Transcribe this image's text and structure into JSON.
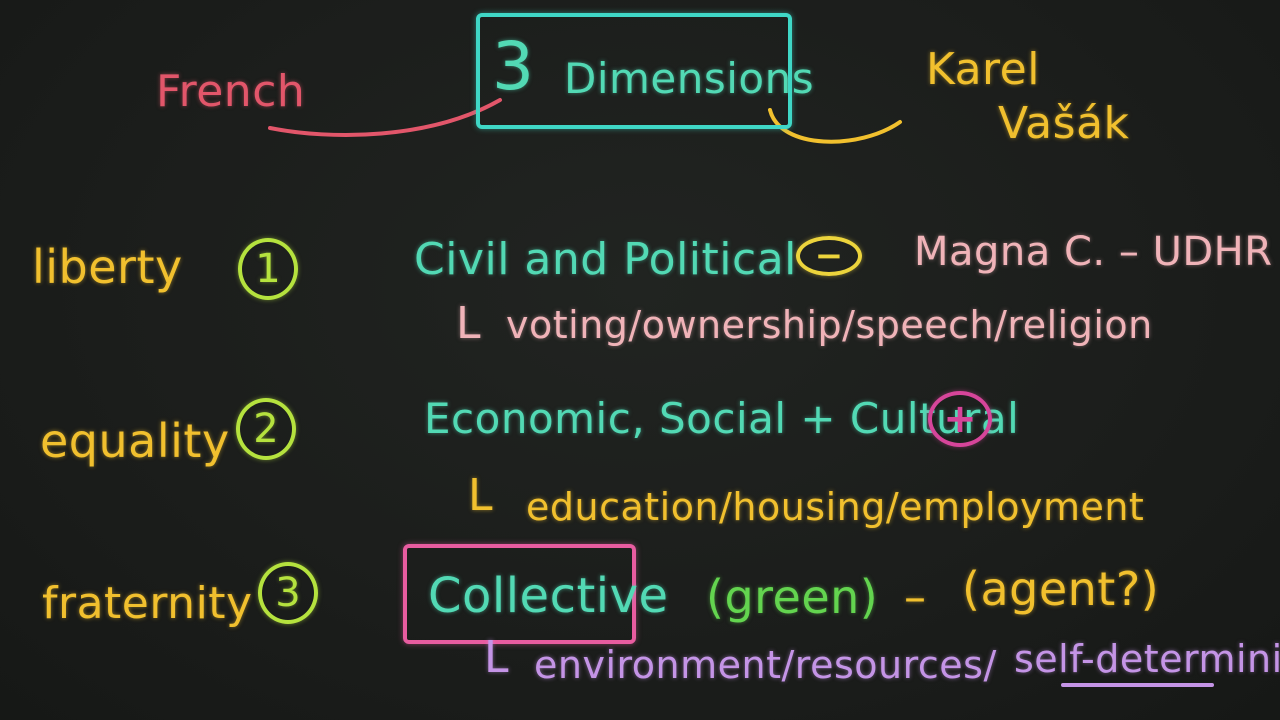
{
  "header": {
    "title_number": "3",
    "title_word": "Dimensions",
    "left_note": "French",
    "right_note_line1": "Karel",
    "right_note_line2": "Vašák"
  },
  "rows": [
    {
      "value": "liberty",
      "number": "1",
      "category": "Civil and Political",
      "symbol": "−",
      "aside": "Magna C. – UDHR",
      "examples_marker": "L",
      "examples": "voting/ownership/speech/religion"
    },
    {
      "value": "equality",
      "number": "2",
      "category": "Economic, Social + Cultural",
      "symbol": "+",
      "examples_marker": "L",
      "examples": "education/housing/employment"
    },
    {
      "value": "fraternity",
      "number": "3",
      "category": "Collective",
      "aside_green": "(green)",
      "dash": "–",
      "aside_agent": "(agent?)",
      "examples_marker": "L",
      "examples_plain": "environment/resources/",
      "examples_underlined": "self-determining"
    }
  ],
  "colors": {
    "background": "#1b1d1b",
    "teal": "#52d9b4",
    "red": "#e2566a",
    "yellow": "#f1c02e",
    "pink": "#f0b3b8",
    "lime": "#b5e23e",
    "green": "#63d44f",
    "lavender": "#c494e6",
    "magenta": "#d6459a"
  }
}
